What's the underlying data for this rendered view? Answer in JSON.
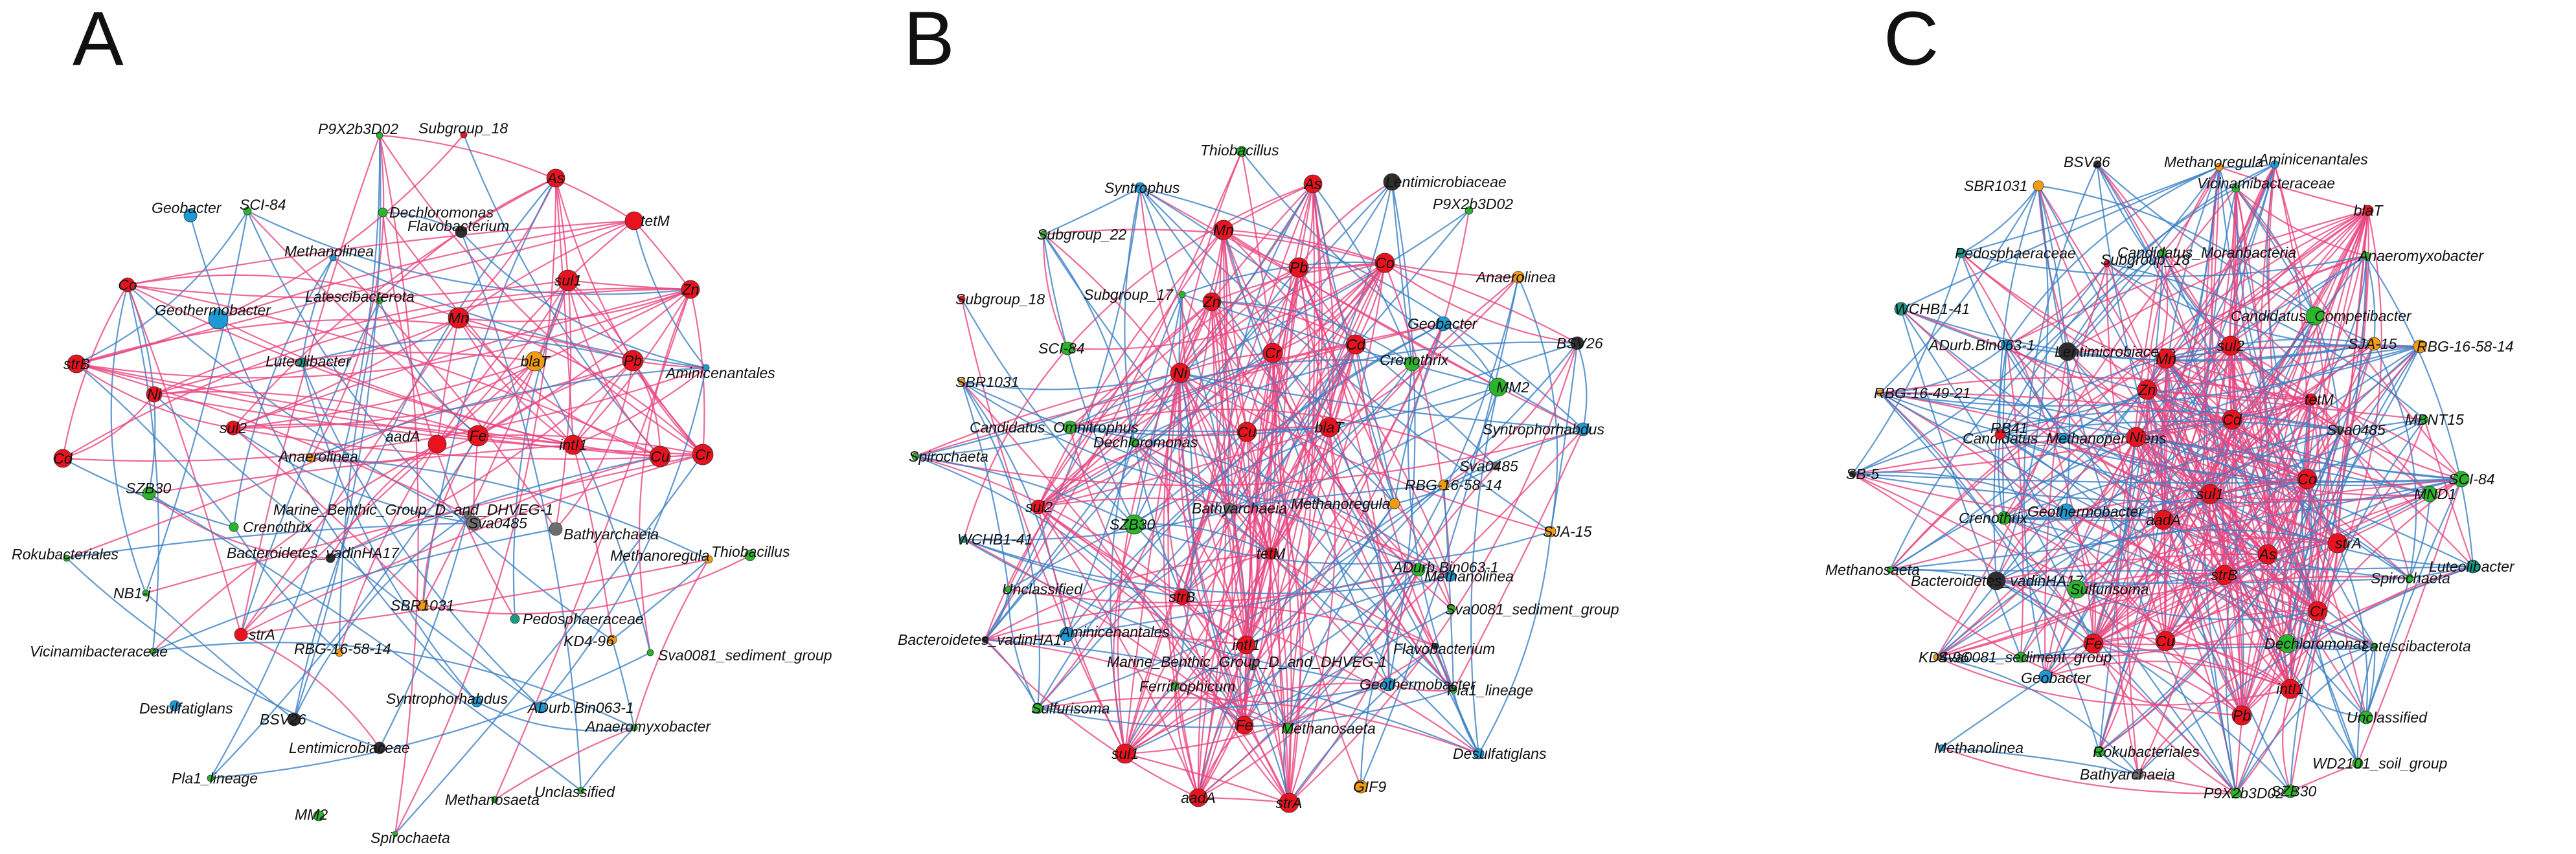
{
  "colors": {
    "red": "#e8131e",
    "green": "#2ab52a",
    "blue": "#1e9ad6",
    "orange": "#f39c12",
    "gray": "#6d6d6d",
    "dark": "#2e2e2e",
    "teal": "#169b86",
    "edge_pink": "#e8457e",
    "edge_blue": "#3a7fc4"
  },
  "panels": [
    {
      "letter": "A",
      "nodes": [
        {
          "label": "P9X2b3D02",
          "color": "green"
        },
        {
          "label": "Subgroup_18",
          "color": "red"
        },
        {
          "label": "SCI-84",
          "color": "green"
        },
        {
          "label": "As",
          "color": "red"
        },
        {
          "label": "Dechloromonas",
          "color": "green"
        },
        {
          "label": "tetM",
          "color": "red"
        },
        {
          "label": "Geobacter",
          "color": "blue"
        },
        {
          "label": "Methanolinea",
          "color": "blue"
        },
        {
          "label": "Flavobacterium",
          "color": "dark"
        },
        {
          "label": "Co",
          "color": "red"
        },
        {
          "label": "sul1",
          "color": "red"
        },
        {
          "label": "Zn",
          "color": "red"
        },
        {
          "label": "Latescibacterota",
          "color": "green"
        },
        {
          "label": "Geothermobacter",
          "color": "blue"
        },
        {
          "label": "Mn",
          "color": "red"
        },
        {
          "label": "Luteolibacter",
          "color": "teal"
        },
        {
          "label": "blaT",
          "color": "orange"
        },
        {
          "label": "Pb",
          "color": "red"
        },
        {
          "label": "Aminicenantales",
          "color": "blue"
        },
        {
          "label": "strB",
          "color": "red"
        },
        {
          "label": "Ni",
          "color": "red"
        },
        {
          "label": "aadA",
          "color": "red"
        },
        {
          "label": "sul2",
          "color": "red"
        },
        {
          "label": "Fe",
          "color": "red"
        },
        {
          "label": "intI1",
          "color": "red"
        },
        {
          "label": "Cd",
          "color": "red"
        },
        {
          "label": "Anaerolinea",
          "color": "orange"
        },
        {
          "label": "Cu",
          "color": "red"
        },
        {
          "label": "Cr",
          "color": "red"
        },
        {
          "label": "SZB30",
          "color": "green"
        },
        {
          "label": "Marine_Benthic_Group_D_and_DHVEG-1",
          "color": "gray"
        },
        {
          "label": "Crenothrix",
          "color": "green"
        },
        {
          "label": "Sva0485",
          "color": "gray"
        },
        {
          "label": "Bathyarchaeia",
          "color": "gray"
        },
        {
          "label": "Rokubacteriales",
          "color": "green"
        },
        {
          "label": "Bacteroidetes_vadinHA17",
          "color": "dark"
        },
        {
          "label": "Methanoregula",
          "color": "orange"
        },
        {
          "label": "Thiobacillus",
          "color": "green"
        },
        {
          "label": "NB1-j",
          "color": "green"
        },
        {
          "label": "SBR1031",
          "color": "orange"
        },
        {
          "label": "strA",
          "color": "red"
        },
        {
          "label": "Pedosphaeraceae",
          "color": "teal"
        },
        {
          "label": "Vicinamibacteraceae",
          "color": "green"
        },
        {
          "label": "KD4-96",
          "color": "orange"
        },
        {
          "label": "RBG-16-58-14",
          "color": "orange"
        },
        {
          "label": "Sva0081_sediment_group",
          "color": "green"
        },
        {
          "label": "Desulfatiglans",
          "color": "blue"
        },
        {
          "label": "Syntrophorhabdus",
          "color": "blue"
        },
        {
          "label": "ADurb.Bin063-1",
          "color": "blue"
        },
        {
          "label": "BSV26",
          "color": "dark"
        },
        {
          "label": "Anaeromyxobacter",
          "color": "green"
        },
        {
          "label": "Lentimicrobiaceae",
          "color": "dark"
        },
        {
          "label": "Pla1_lineage",
          "color": "green"
        },
        {
          "label": "Unclassified",
          "color": "green"
        },
        {
          "label": "Methanosaeta",
          "color": "green"
        },
        {
          "label": "MM2",
          "color": "green"
        },
        {
          "label": "Spirochaeta",
          "color": "green"
        }
      ]
    },
    {
      "letter": "B",
      "nodes": [
        {
          "label": "Thiobacillus",
          "color": "green"
        },
        {
          "label": "Lentimicrobiaceae",
          "color": "dark"
        },
        {
          "label": "As",
          "color": "red"
        },
        {
          "label": "Syntrophus",
          "color": "blue"
        },
        {
          "label": "P9X2b3D02",
          "color": "green"
        },
        {
          "label": "Subgroup_22",
          "color": "green"
        },
        {
          "label": "Mn",
          "color": "red"
        },
        {
          "label": "Pb",
          "color": "red"
        },
        {
          "label": "Co",
          "color": "red"
        },
        {
          "label": "Anaerolinea",
          "color": "orange"
        },
        {
          "label": "Subgroup_18",
          "color": "red"
        },
        {
          "label": "Subgroup_17",
          "color": "green"
        },
        {
          "label": "Zn",
          "color": "red"
        },
        {
          "label": "Geobacter",
          "color": "blue"
        },
        {
          "label": "SCI-84",
          "color": "green"
        },
        {
          "label": "Cr",
          "color": "red"
        },
        {
          "label": "Cd",
          "color": "red"
        },
        {
          "label": "BSV26",
          "color": "dark"
        },
        {
          "label": "SBR1031",
          "color": "orange"
        },
        {
          "label": "Ni",
          "color": "red"
        },
        {
          "label": "Crenothrix",
          "color": "green"
        },
        {
          "label": "MM2",
          "color": "green"
        },
        {
          "label": "Candidatus_Omnitrophus",
          "color": "green"
        },
        {
          "label": "Cu",
          "color": "red"
        },
        {
          "label": "blaT",
          "color": "red"
        },
        {
          "label": "Syntrophorhabdus",
          "color": "blue"
        },
        {
          "label": "Dechloromonas",
          "color": "green"
        },
        {
          "label": "Spirochaeta",
          "color": "green"
        },
        {
          "label": "Sva0485",
          "color": "gray"
        },
        {
          "label": "RBG-16-58-14",
          "color": "orange"
        },
        {
          "label": "Bathyarchaeia",
          "color": "gray"
        },
        {
          "label": "sul2",
          "color": "red"
        },
        {
          "label": "SZB30",
          "color": "green"
        },
        {
          "label": "Methanoregula",
          "color": "orange"
        },
        {
          "label": "SJA-15",
          "color": "orange"
        },
        {
          "label": "WCHB1-41",
          "color": "teal"
        },
        {
          "label": "tetM",
          "color": "red"
        },
        {
          "label": "ADurb.Bin063-1",
          "color": "green"
        },
        {
          "label": "Unclassified",
          "color": "green"
        },
        {
          "label": "Methanolinea",
          "color": "blue"
        },
        {
          "label": "strB",
          "color": "red"
        },
        {
          "label": "Sva0081_sediment_group",
          "color": "green"
        },
        {
          "label": "Bacteroidetes_vadinHA17",
          "color": "dark"
        },
        {
          "label": "Aminicenantales",
          "color": "blue"
        },
        {
          "label": "Marine_Benthic_Group_D_and_DHVEG-1",
          "color": "gray"
        },
        {
          "label": "intI1",
          "color": "red"
        },
        {
          "label": "Flavobacterium",
          "color": "dark"
        },
        {
          "label": "Pla1_lineage",
          "color": "green"
        },
        {
          "label": "Ferritrophicum",
          "color": "green"
        },
        {
          "label": "Geothermobacter",
          "color": "blue"
        },
        {
          "label": "Sulfurisoma",
          "color": "green"
        },
        {
          "label": "Fe",
          "color": "red"
        },
        {
          "label": "Methanosaeta",
          "color": "green"
        },
        {
          "label": "Desulfatiglans",
          "color": "blue"
        },
        {
          "label": "sul1",
          "color": "red"
        },
        {
          "label": "GIF9",
          "color": "orange"
        },
        {
          "label": "aadA",
          "color": "red"
        },
        {
          "label": "strA",
          "color": "red"
        }
      ]
    },
    {
      "letter": "C",
      "nodes": [
        {
          "label": "BSV26",
          "color": "dark"
        },
        {
          "label": "Methanoregula",
          "color": "orange"
        },
        {
          "label": "Aminicenantales",
          "color": "blue"
        },
        {
          "label": "SBR1031",
          "color": "orange"
        },
        {
          "label": "Vicinamibacteraceae",
          "color": "green"
        },
        {
          "label": "blaT",
          "color": "red"
        },
        {
          "label": "Pedosphaeraceae",
          "color": "teal"
        },
        {
          "label": "Candidatus_Moranbacteria",
          "color": "green"
        },
        {
          "label": "Subgroup_18",
          "color": "red"
        },
        {
          "label": "Anaeromyxobacter",
          "color": "green"
        },
        {
          "label": "WCHB1-41",
          "color": "teal"
        },
        {
          "label": "Candidatus_Competibacter",
          "color": "green"
        },
        {
          "label": "ADurb.Bin063-1",
          "color": "blue"
        },
        {
          "label": "Lentimicrobiaceae",
          "color": "dark"
        },
        {
          "label": "Mn",
          "color": "red"
        },
        {
          "label": "sul2",
          "color": "red"
        },
        {
          "label": "Zn",
          "color": "red"
        },
        {
          "label": "SJA-15",
          "color": "orange"
        },
        {
          "label": "RBG-16-58-14",
          "color": "orange"
        },
        {
          "label": "RBG-16-49-21",
          "color": "orange"
        },
        {
          "label": "tetM",
          "color": "red"
        },
        {
          "label": "Candidatus_Methanoperedens",
          "color": "blue"
        },
        {
          "label": "Cd",
          "color": "red"
        },
        {
          "label": "Sva0485",
          "color": "gray"
        },
        {
          "label": "MBNT15",
          "color": "green"
        },
        {
          "label": "RB41",
          "color": "red"
        },
        {
          "label": "Ni",
          "color": "red"
        },
        {
          "label": "SB-5",
          "color": "dark"
        },
        {
          "label": "Co",
          "color": "red"
        },
        {
          "label": "SCI-84",
          "color": "green"
        },
        {
          "label": "MND1",
          "color": "green"
        },
        {
          "label": "Crenothrix",
          "color": "green"
        },
        {
          "label": "Geothermobacter",
          "color": "blue"
        },
        {
          "label": "sul1",
          "color": "red"
        },
        {
          "label": "aadA",
          "color": "red"
        },
        {
          "label": "strA",
          "color": "red"
        },
        {
          "label": "Luteolibacter",
          "color": "teal"
        },
        {
          "label": "Methanosaeta",
          "color": "green"
        },
        {
          "label": "Bacteroidetes_vadinHA17",
          "color": "dark"
        },
        {
          "label": "Sulfurisoma",
          "color": "green"
        },
        {
          "label": "As",
          "color": "red"
        },
        {
          "label": "strB",
          "color": "red"
        },
        {
          "label": "Spirochaeta",
          "color": "green"
        },
        {
          "label": "Cr",
          "color": "red"
        },
        {
          "label": "Cu",
          "color": "red"
        },
        {
          "label": "Dechloromonas",
          "color": "green"
        },
        {
          "label": "Latescibacterota",
          "color": "green"
        },
        {
          "label": "KD4-96",
          "color": "orange"
        },
        {
          "label": "Sva0081_sediment_group",
          "color": "green"
        },
        {
          "label": "Geobacter",
          "color": "blue"
        },
        {
          "label": "Fe",
          "color": "red"
        },
        {
          "label": "intI1",
          "color": "red"
        },
        {
          "label": "Pb",
          "color": "red"
        },
        {
          "label": "Unclassified",
          "color": "green"
        },
        {
          "label": "Methanolinea",
          "color": "blue"
        },
        {
          "label": "Rokubacteriales",
          "color": "green"
        },
        {
          "label": "WD2101_soil_group",
          "color": "green"
        },
        {
          "label": "Bathyarchaeia",
          "color": "gray"
        },
        {
          "label": "P9X2b3D02",
          "color": "green"
        },
        {
          "label": "SZB30",
          "color": "green"
        }
      ]
    }
  ]
}
